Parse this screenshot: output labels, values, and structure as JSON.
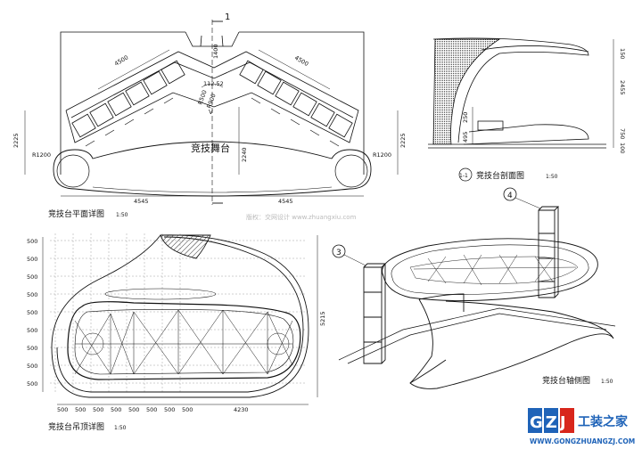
{
  "views": {
    "plan": {
      "title": "竞技台平面详图",
      "scale": "1:50",
      "stage_label": "竞技舞台",
      "section_mark": "1",
      "arrow_label": "V",
      "dims": {
        "left_width": "4545",
        "right_width": "4545",
        "left_wing": "4500",
        "right_wing": "4500",
        "angle": "112.52",
        "left_height": "2225",
        "right_height": "2225",
        "center_height": "2240",
        "radius_left": "R1200",
        "radius_right": "R1200",
        "small_a": "1400",
        "small_b": "R500",
        "small_c": "R900"
      }
    },
    "section": {
      "title": "竞技台剖面图",
      "scale": "1:50",
      "tag": "1-1",
      "dims": [
        "150",
        "2455",
        "750",
        "100",
        "495",
        "250"
      ]
    },
    "ceiling": {
      "title": "竞技台吊顶详图",
      "scale": "1:50",
      "left_dims": [
        "500",
        "500",
        "500",
        "500",
        "500",
        "500",
        "500",
        "500",
        "500"
      ],
      "bottom_dims": [
        "500",
        "500",
        "500",
        "500",
        "500",
        "500",
        "500",
        "500"
      ],
      "total_width": "4230",
      "total_height": "5215"
    },
    "axonometric": {
      "title": "竞技台轴侧图",
      "scale": "1:50",
      "marker_3": "3",
      "marker_4": "4"
    }
  },
  "watermark": "版权：交网设计 www.zhuangxiu.com",
  "brand": {
    "name": "工装之家",
    "url": "WWW.GONGZHUANGZJ.COM",
    "logo_letters": "GZJ",
    "color_blue": "#1f63b8",
    "color_red": "#d8261c"
  }
}
